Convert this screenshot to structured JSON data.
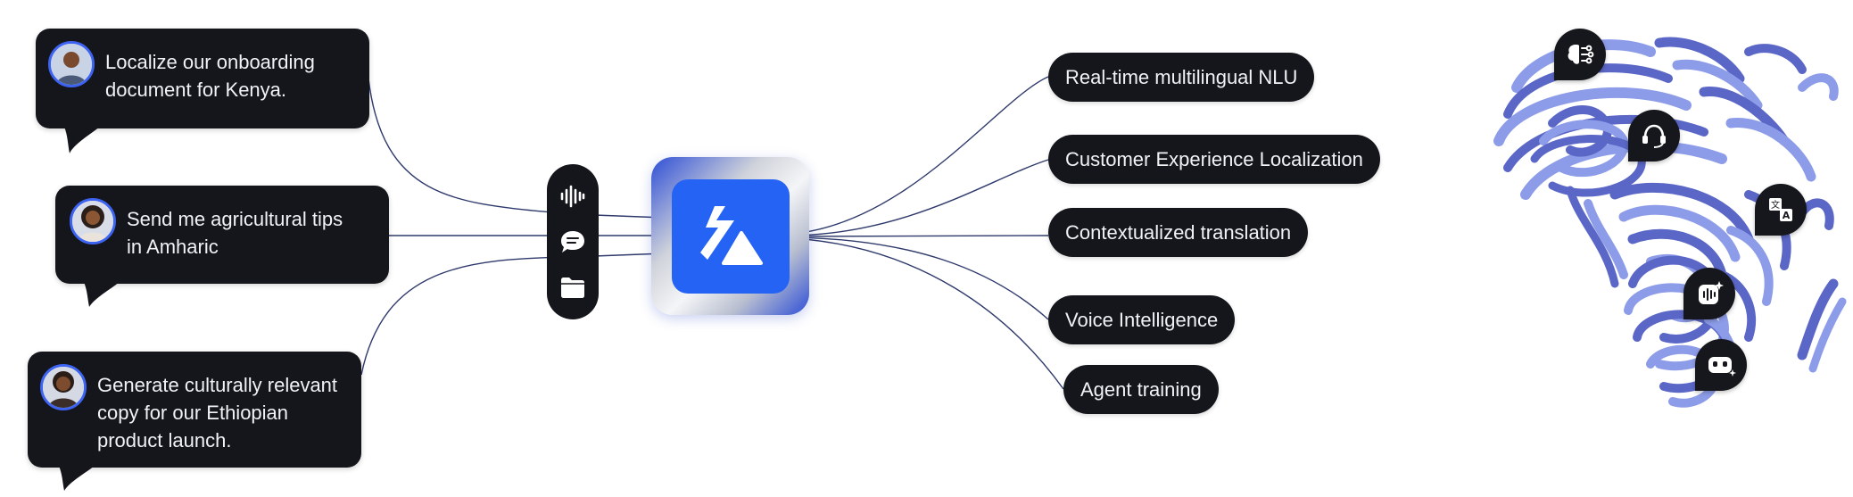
{
  "prompts": [
    {
      "id": "kenya",
      "text_line1": "Localize our onboarding",
      "text_line2": "document for Kenya.",
      "text_line3": ""
    },
    {
      "id": "amharic",
      "text_line1": "Send me agricultural tips",
      "text_line2": "in Amharic",
      "text_line3": ""
    },
    {
      "id": "ethiopia",
      "text_line1": "Generate culturally relevant",
      "text_line2": "copy for our Ethiopian",
      "text_line3": "product launch."
    }
  ],
  "toolbar": {
    "icons": [
      "audio-waveform-icon",
      "chat-bubble-icon",
      "folder-icon"
    ]
  },
  "hub": {
    "icon": "brand-logo-icon",
    "brand_color": "#2563f4"
  },
  "capabilities": [
    {
      "label": "Real-time multilingual NLU",
      "icon": "brain-circuit-icon"
    },
    {
      "label": "Customer Experience Localization",
      "icon": "headset-icon"
    },
    {
      "label": "Contextualized translation",
      "icon": "translate-icon"
    },
    {
      "label": "Voice Intelligence",
      "icon": "voice-sparkle-icon"
    },
    {
      "label": "Agent training",
      "icon": "robot-icon"
    }
  ],
  "colors": {
    "card": "#15161b",
    "accent": "#3d63f2",
    "map_light": "#8d9ce8",
    "map_dark": "#5b67c6"
  }
}
